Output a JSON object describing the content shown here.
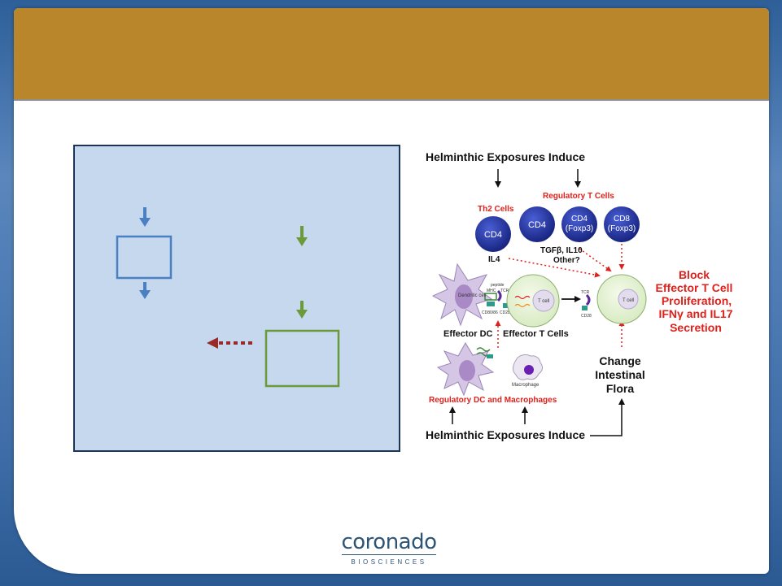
{
  "diagram": {
    "header_top": "Helminthic Exposures Induce",
    "header_bottom": "Helminthic Exposures Induce",
    "th2_label": "Th2 Cells",
    "treg_label": "Regulatory T Cells",
    "cell_cd4_th2": "CD4",
    "cell_cd4": "CD4",
    "cell_cd4_foxp3_line1": "CD4",
    "cell_cd4_foxp3_line2": "(Foxp3)",
    "cell_cd8_foxp3_line1": "CD8",
    "cell_cd8_foxp3_line2": "(Foxp3)",
    "il4_label": "IL4",
    "cytokines_line1": "TGFβ, IL10",
    "cytokines_line2": "Other?",
    "dendritic_cell_label": "Dendritic cell",
    "peptide_label": "peptide",
    "mhc_label": "MHC",
    "tcr_label": "TCR",
    "tcr_label_2": "TCR",
    "cd80_86_label": "CD80/86",
    "cd28_label": "CD28",
    "cd28_label_2": "CD28",
    "t_cell_label": "T cell",
    "t_cell_label_2": "T cell",
    "effector_dc_label": "Effector DC",
    "effector_t_label": "Effector T Cells",
    "macrophage_label": "Macrophage",
    "regulatory_dc_label": "Regulatory DC and Macrophages",
    "block_line1": "Block",
    "block_line2": "Effector T Cell",
    "block_line3": "Proliferation,",
    "block_line4": "IFNγ and IL17",
    "block_line5": "Secretion",
    "flora_line1": "Change",
    "flora_line2": "Intestinal",
    "flora_line3": "Flora"
  },
  "logo": {
    "word": "coronado",
    "sub": "BIOSCIENCES"
  },
  "colors": {
    "title_bar": "#b9862c",
    "panel_fill": "#c5d8ee",
    "accent_red": "#e0201b",
    "cell_navy": "#1d2f9a",
    "blue_arrow": "#4a7fc1",
    "green_arrow": "#6b9a3a",
    "dark_red_arrow": "#9a2a2a"
  }
}
